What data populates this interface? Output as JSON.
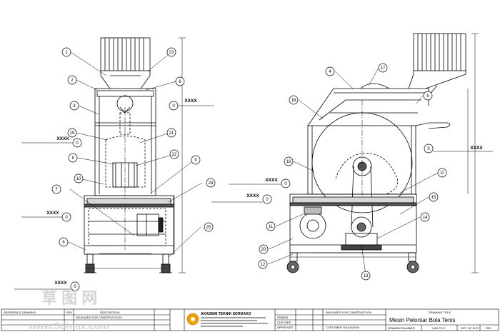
{
  "balloons": {
    "b1": "1",
    "b2": "2",
    "b3": "3",
    "b4": "4",
    "b5": "5",
    "b6": "6",
    "b7": "7",
    "b8": "8",
    "b9": "9",
    "b10": "10",
    "b11": "11",
    "b12": "12",
    "b13": "13",
    "b14": "14",
    "b15": "15",
    "b16": "16",
    "b17": "17",
    "b18": "18",
    "b19": "19",
    "b20": "20",
    "b21": "21",
    "b22": "22",
    "b23": "23",
    "b24": "24",
    "b25": "25",
    "bD": "D",
    "bO": "0"
  },
  "callouts": {
    "xxxx": "XXXX"
  },
  "title_block": {
    "col_headers": [
      "DRAWN",
      "CHECKED",
      "APPROVED"
    ],
    "status": [
      "RELEASED FOR CONSTRUCTION",
      "CUSTOMER VALIDATION"
    ],
    "company": "AKADEMI TEKNIK SOROAKO",
    "drawing_title_label": "DRAWING TITLE",
    "drawing_title": "Mesin Pelontar Bola Tenis",
    "drawing_number_label": "DRAWING NUMBER",
    "cad_file_label": "CAD FILE",
    "sheet_label": "SHT. OF SHT.",
    "rev_label": "REV",
    "reference_label": "REFERENCE DRAWING",
    "rev_header": "REV",
    "description_header": "DESCRIPTION",
    "released_row": "RELEASED FOR CONSTRUCTION"
  },
  "watermark": {
    "chars": "草 图 网",
    "url": "www.3dmax.com"
  }
}
